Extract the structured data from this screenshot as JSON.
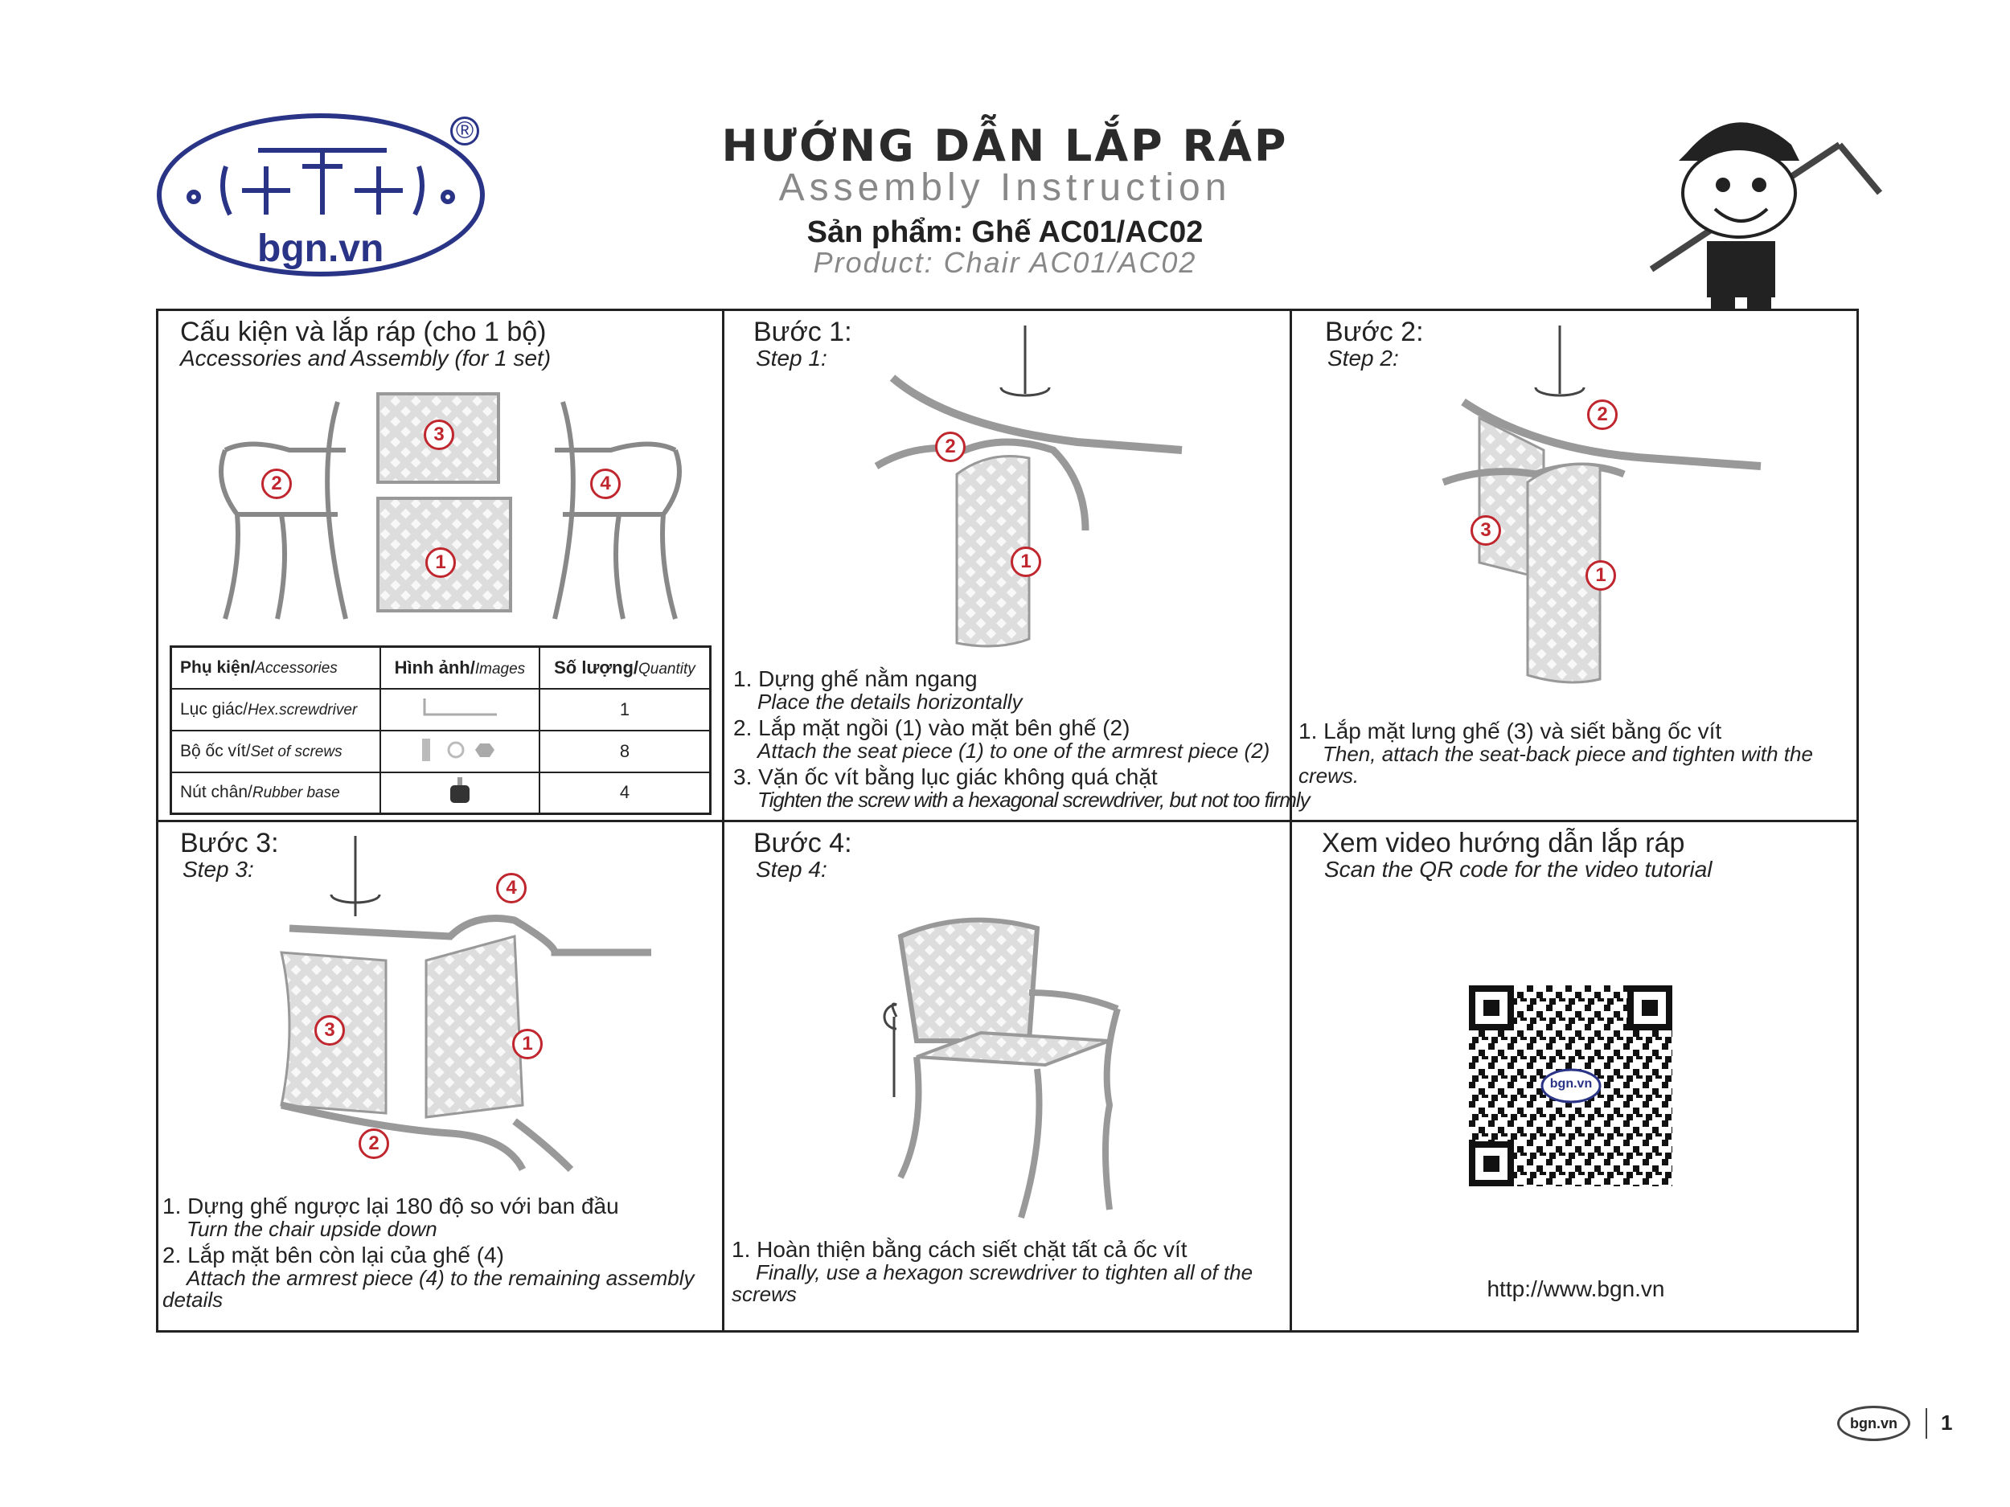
{
  "logo": {
    "text": "bgn.vn",
    "registered": "®"
  },
  "header": {
    "title_vi": "HƯỚNG DẪN LẮP RÁP",
    "title_en": "Assembly Instruction",
    "product_vi": "Sản phẩm: Ghế AC01/AC02",
    "product_en": "Product: Chair AC01/AC02"
  },
  "accessories": {
    "title_vi": "Cấu kiện và lắp ráp (cho 1 bộ)",
    "title_en": "Accessories and Assembly (for 1 set)",
    "badges": [
      "2",
      "3",
      "1",
      "4"
    ],
    "table": {
      "headers": [
        {
          "vi": "Phụ kiện/",
          "en": "Accessories"
        },
        {
          "vi": "Hình ảnh/",
          "en": "Images"
        },
        {
          "vi": "Số lượng/",
          "en": "Quantity"
        }
      ],
      "rows": [
        {
          "vi": "Lục giác/",
          "en": "Hex.screwdriver",
          "qty": "1"
        },
        {
          "vi": "Bộ ốc vít/",
          "en": "Set of screws",
          "qty": "8"
        },
        {
          "vi": "Nút chân/",
          "en": "Rubber base",
          "qty": "4"
        }
      ]
    }
  },
  "step1": {
    "title_vi": "Bước 1:",
    "title_en": "Step 1:",
    "badges": [
      "2",
      "1"
    ],
    "items": [
      {
        "vi": "1. Dựng ghế nằm ngang",
        "en": "Place the details horizontally"
      },
      {
        "vi": "2. Lắp mặt ngồi (1) vào mặt bên ghế (2)",
        "en": "Attach the seat piece (1) to one of the armrest piece (2)"
      },
      {
        "vi": "3. Vặn ốc vít bằng lục giác không quá chặt",
        "en": "Tighten the screw with a hexagonal screwdriver, but not too firmly"
      }
    ]
  },
  "step2": {
    "title_vi": "Bước 2:",
    "title_en": "Step 2:",
    "badges": [
      "2",
      "3",
      "1"
    ],
    "items": [
      {
        "vi": "1. Lắp mặt lưng ghế (3) và siết bằng ốc vít",
        "en": "Then, attach the seat-back piece and tighten with the crews."
      }
    ]
  },
  "step3": {
    "title_vi": "Bước 3:",
    "title_en": "Step 3:",
    "badges": [
      "4",
      "3",
      "1",
      "2"
    ],
    "items": [
      {
        "vi": "1. Dựng ghế ngược lại 180 độ so với ban đầu",
        "en": "Turn the chair upside down"
      },
      {
        "vi": "2. Lắp mặt bên còn lại của ghế (4)",
        "en": "Attach the armrest piece (4) to the remaining assembly details"
      }
    ]
  },
  "step4": {
    "title_vi": "Bước 4:",
    "title_en": "Step 4:",
    "items": [
      {
        "vi": "1. Hoàn thiện bằng cách siết chặt tất cả ốc vít",
        "en": "Finally, use a hexagon screwdriver to tighten all of the screws"
      }
    ]
  },
  "video": {
    "title_vi": "Xem video hướng dẫn lắp ráp",
    "title_en": "Scan the QR code for the video tutorial",
    "qr_label": "bgn.vn",
    "url": "http://www.bgn.vn"
  },
  "footer": {
    "logo": "bgn.vn",
    "page": "1"
  }
}
